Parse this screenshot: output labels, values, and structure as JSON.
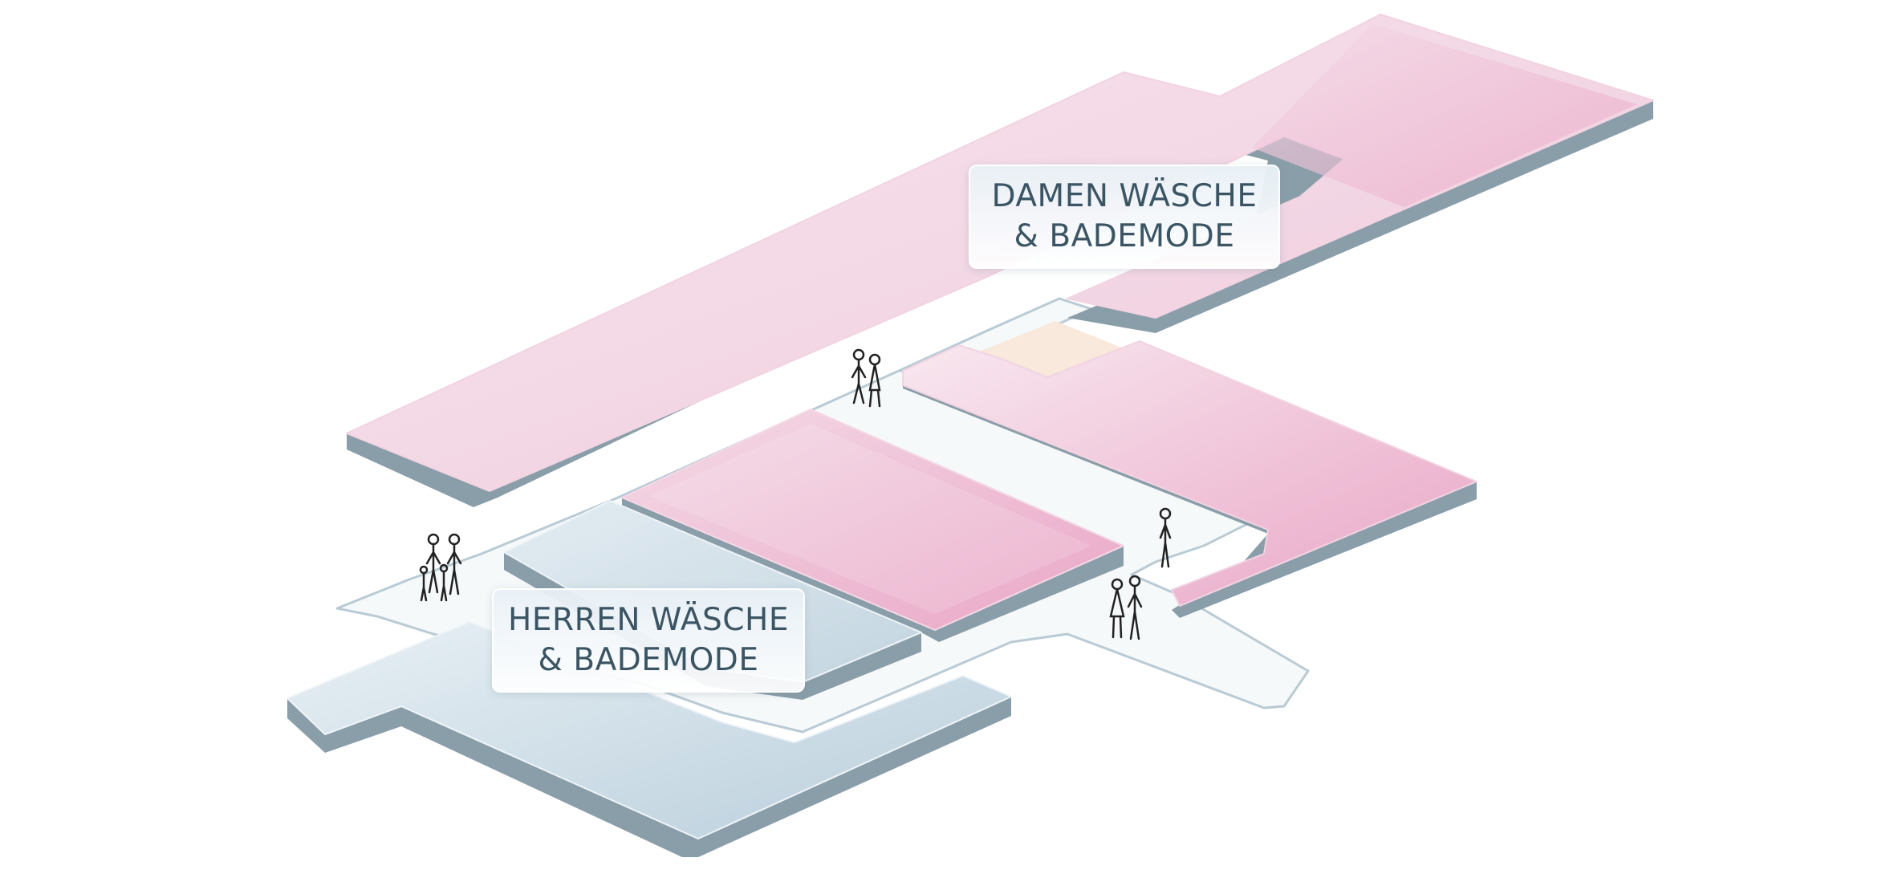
{
  "zones": {
    "damen": {
      "line1": "DAMEN WÄSCHE",
      "line2": "& BADEMODE"
    },
    "herren": {
      "line1": "HERREN WÄSCHE",
      "line2": "& BADEMODE"
    }
  },
  "colors": {
    "pink_light": "#f4e1ea",
    "pink_strong": "#ecaac8",
    "blue_light": "#dde8f0",
    "blue_strong": "#bccfdc",
    "slab_edge": "#8a9ea9",
    "floor": "#f6f9fa",
    "floor_outline": "#b9cbd5",
    "accent_beige": "#f8e9dc",
    "label_text": "#3b5564"
  }
}
